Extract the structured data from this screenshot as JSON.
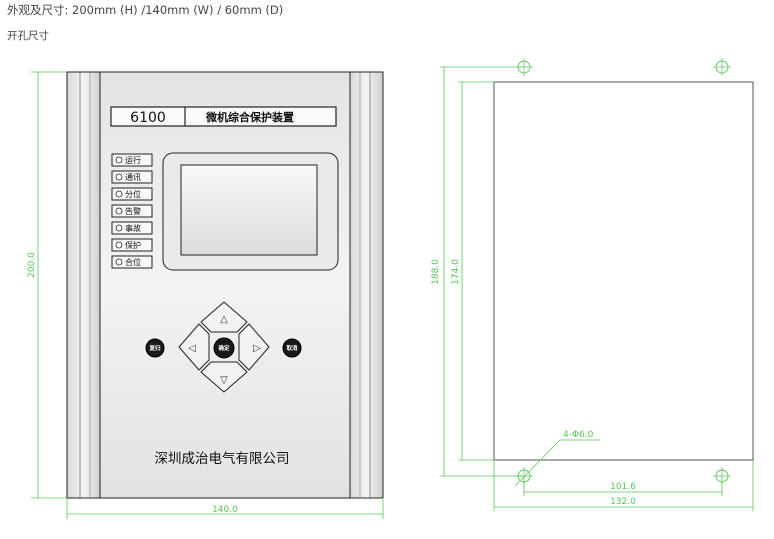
{
  "header": {
    "spec_line": "外观及尺寸: 200mm (H) /140mm (W) / 60mm (D)",
    "cutout_title": "开孔尺寸"
  },
  "front_panel": {
    "model": "6100",
    "device_name": "微机综合保护装置",
    "indicators": [
      "运行",
      "通讯",
      "分位",
      "告警",
      "事故",
      "保护",
      "合位"
    ],
    "buttons": {
      "reset": "复归",
      "confirm": "确定",
      "cancel": "取消"
    },
    "company": "深圳成治电气有限公司"
  },
  "dimensions": {
    "height": "200.0",
    "width": "140.0",
    "cutout_height_outer": "188.0",
    "cutout_height_inner": "174.0",
    "hole_spec": "4-Φ6.0",
    "cutout_width_inner": "101.6",
    "cutout_width_outer": "132.0"
  },
  "colors": {
    "dimension_line": "#58c858",
    "panel_stroke": "#222222",
    "button_fill": "#1a1a1a"
  }
}
